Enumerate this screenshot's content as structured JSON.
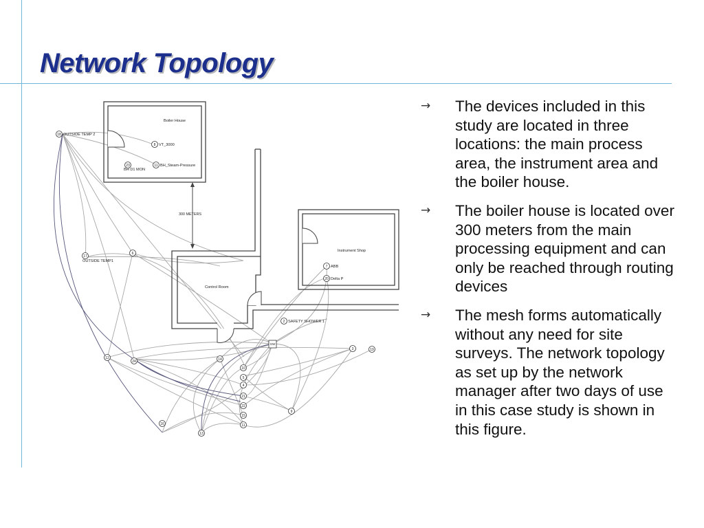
{
  "slide": {
    "title": "Network Topology"
  },
  "figure": {
    "rooms": {
      "boiler_house": "Boiler House",
      "instrument_shop": "Instrument Shop",
      "control_room": "Control Room"
    },
    "distance_label": "300 METERS",
    "nodes": [
      {
        "id": "18",
        "label": "OUTSIDE TEMP 2"
      },
      {
        "id": "8",
        "label": "VT_3000"
      },
      {
        "id": "23",
        "label": "BH D1 MON"
      },
      {
        "id": "11",
        "label": "BH_Steam-Pressure"
      },
      {
        "id": "17",
        "label": "OUTSIDE TEMP1"
      },
      {
        "id": "6",
        "label": ""
      },
      {
        "id": "7",
        "label": "ABB"
      },
      {
        "id": "20",
        "label": "Delta P"
      },
      {
        "id": "2",
        "label": "SAFETY SHOWER 1"
      },
      {
        "id": "GW",
        "label": ""
      },
      {
        "id": "12",
        "label": ""
      },
      {
        "id": "24",
        "label": ""
      },
      {
        "id": "14",
        "label": ""
      },
      {
        "id": "10",
        "label": ""
      },
      {
        "id": "5",
        "label": ""
      },
      {
        "id": "4",
        "label": ""
      },
      {
        "id": "21",
        "label": ""
      },
      {
        "id": "22",
        "label": ""
      },
      {
        "id": "15",
        "label": ""
      },
      {
        "id": "11b",
        "label": "11"
      },
      {
        "id": "9",
        "label": ""
      },
      {
        "id": "16",
        "label": ""
      },
      {
        "id": "13",
        "label": ""
      },
      {
        "id": "3",
        "label": ""
      },
      {
        "id": "19",
        "label": ""
      }
    ]
  },
  "bullets": [
    "The devices included in this study are located in three locations: the main process area, the instrument area and the boiler house.",
    "The boiler house is located over 300 meters from the main processing equipment and can only be reached through routing devices",
    "The mesh forms automatically without any need for site surveys. The network topology as set up by the network manager after two days of use in this case study is shown in this figure."
  ],
  "bullet_icon": "right-arrow-icon",
  "colors": {
    "title": "#1c2f8c",
    "rule": "#6fb6d9",
    "text": "#111111"
  }
}
